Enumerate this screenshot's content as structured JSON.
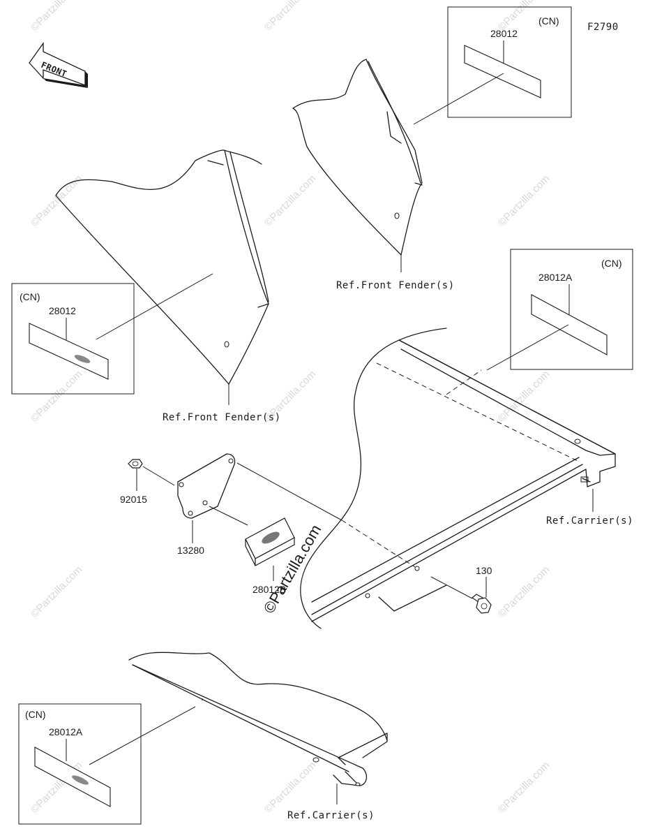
{
  "diagram_code": "F2790",
  "front_arrow_label": "FRONT",
  "watermark_text": "©Partzilla.com",
  "cn_tag": "(CN)",
  "parts": {
    "label_28012": "28012",
    "label_28012A": "28012A",
    "label_28012B": "28012B",
    "nut_92015": "92015",
    "plate_13280": "13280",
    "bolt_130": "130"
  },
  "references": {
    "front_fender": "Ref.Front Fender(s)",
    "carrier": "Ref.Carrier(s)"
  }
}
